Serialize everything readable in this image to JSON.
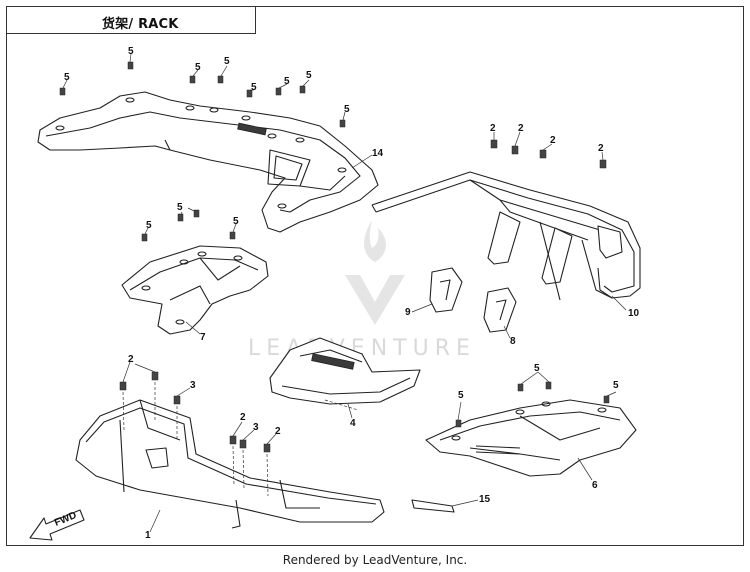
{
  "title": "货架/ RACK",
  "watermark": "LEADVENTURE",
  "footer": "Rendered by LeadVenture, Inc.",
  "fwd_label": "FWD",
  "colors": {
    "line": "#222222",
    "watermark": "#d9d9d9",
    "background": "#ffffff"
  },
  "callouts": {
    "c1": "1",
    "c2a": "2",
    "c2b": "2",
    "c2c": "2",
    "c2d": "2",
    "c2e": "2",
    "c2f": "2",
    "c3a": "3",
    "c3b": "3",
    "c4": "4",
    "c5a": "5",
    "c5b": "5",
    "c5c": "5",
    "c5d": "5",
    "c5e": "5",
    "c5f": "5",
    "c5g": "5",
    "c5h": "5",
    "c5i": "5",
    "c5j": "5",
    "c5k": "5",
    "c5l": "5",
    "c5m": "5",
    "c6": "6",
    "c7": "7",
    "c8": "8",
    "c9": "9",
    "c10": "10",
    "c14": "14",
    "c15": "15"
  }
}
